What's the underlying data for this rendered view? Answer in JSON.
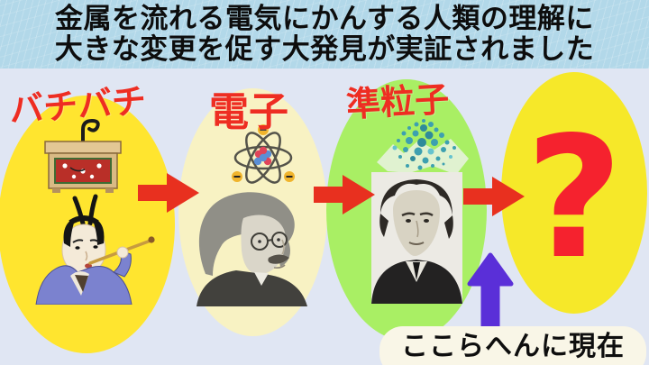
{
  "title": {
    "line1": "金属を流れる電気にかんする人類の理解に",
    "line2": "大きな変更を促す大発見が実証されました"
  },
  "stages": [
    {
      "label": "バチバチ",
      "oval_color": "#ffe52f",
      "icon": "elekiter-edo-man-illustration"
    },
    {
      "label": "電子",
      "oval_color": "#f8f2c3",
      "icon": "jj-thomson-portrait-with-atom-icon"
    },
    {
      "label": "準粒子",
      "oval_color": "#a9ef64",
      "icon": "lev-landau-portrait-with-quasiparticle-icon"
    },
    {
      "label": "?",
      "oval_color": "#f6e829",
      "icon": "question-mark"
    }
  ],
  "annotation": {
    "label": "ここらへんに現在"
  },
  "colors": {
    "background": "#e0e6f3",
    "header_background": "#b2d8e9",
    "title_text": "#0d0d0d",
    "stage_label": "#ee2d22",
    "flow_arrow": "#e8301f",
    "question_mark": "#f5222e",
    "current_arrow": "#5a2fd8",
    "annotation_box": "#f9f6e7",
    "annotation_text": "#0e0e0e"
  }
}
